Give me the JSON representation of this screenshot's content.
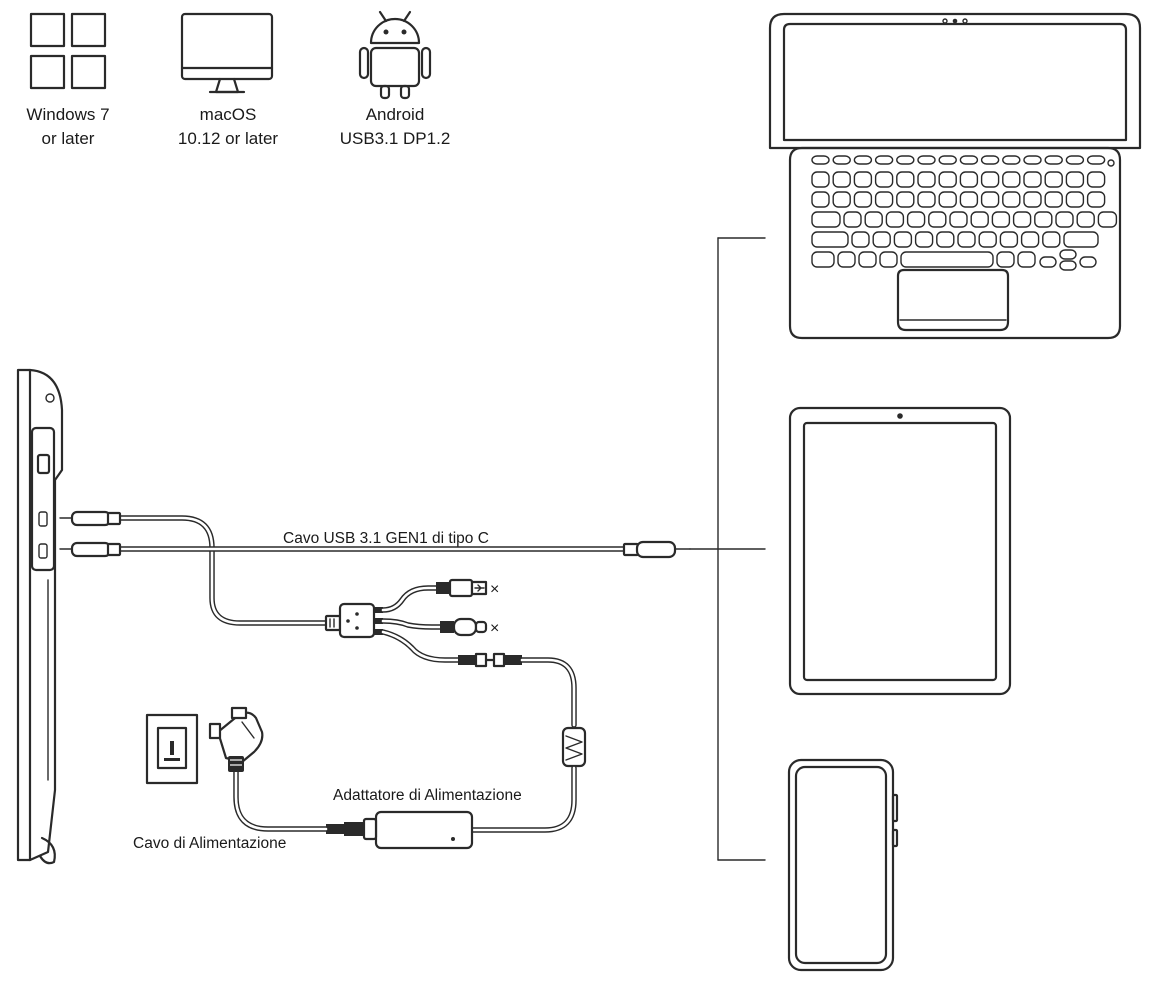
{
  "os_support": [
    {
      "icon": "windows-icon",
      "line1": "Windows 7",
      "line2": "or later"
    },
    {
      "icon": "monitor-icon",
      "line1": "macOS",
      "line2": "10.12 or later"
    },
    {
      "icon": "android-icon",
      "line1": "Android",
      "line2": "USB3.1 DP1.2"
    }
  ],
  "labels": {
    "usb_cable": "Cavo USB 3.1 GEN1 di tipo C",
    "power_adapter": "Adattatore di Alimentazione",
    "power_cable": "Cavo di Alimentazione",
    "unused_marker_1": "×",
    "unused_marker_2": "×"
  },
  "devices": [
    "laptop-icon",
    "tablet-icon",
    "smartphone-icon"
  ]
}
